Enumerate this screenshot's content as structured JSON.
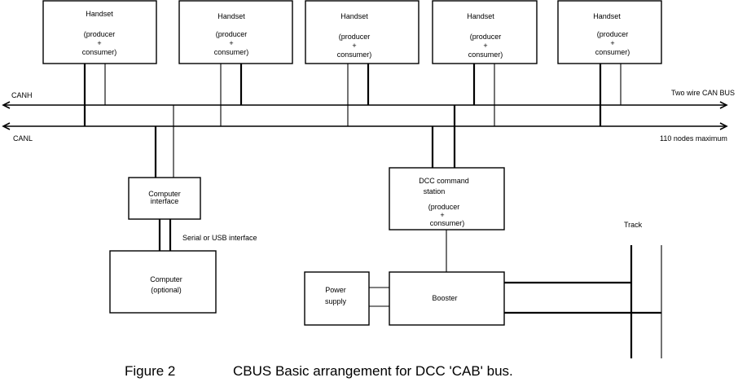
{
  "handsets": [
    {
      "name": "Handset",
      "line1": "(producer",
      "line2": "+",
      "line3": "consumer)"
    },
    {
      "name": "Handset",
      "line1": "(producer",
      "line2": "+",
      "line3": "consumer)"
    },
    {
      "name": "Handset",
      "line1": "(producer",
      "line2": "+",
      "line3": "consumer)"
    },
    {
      "name": "Handset",
      "line1": "(producer",
      "line2": "+",
      "line3": "consumer)"
    },
    {
      "name": "Handset",
      "line1": "(producer",
      "line2": "+",
      "line3": "consumer)"
    }
  ],
  "bus": {
    "canh_label": "CANH",
    "canl_label": "CANL",
    "right_top_label": "Two wire CAN BUS",
    "right_bottom_label": "110 nodes maximum"
  },
  "computer_interface": {
    "line1": "Computer",
    "line2": "interface"
  },
  "serial_label": "Serial or USB interface",
  "computer": {
    "line1": "Computer",
    "line2": "(optional)"
  },
  "command_station": {
    "line1": "DCC command",
    "line2": "station",
    "line3": "(producer",
    "line4": "+",
    "line5": "consumer)"
  },
  "power_supply": {
    "line1": "Power",
    "line2": "supply"
  },
  "booster": {
    "label": "Booster"
  },
  "track_label": "Track",
  "caption": {
    "figure": "Figure 2",
    "text": "CBUS  Basic arrangement for DCC 'CAB' bus."
  }
}
